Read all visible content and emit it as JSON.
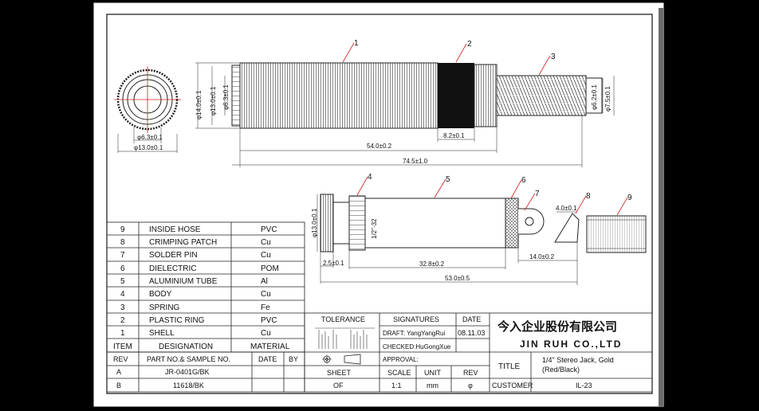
{
  "drawing": {
    "top_view": {
      "callouts": [
        "1",
        "2",
        "3"
      ],
      "dims": [
        "φ14.0±0.1",
        "φ13.0±0.1",
        "φ6.3±0.1",
        "54.0±0.2",
        "8.2±0.1",
        "74.5±1.0",
        "φ6.2±0.1",
        "φ7.5±0.1"
      ]
    },
    "end_view": {
      "dims": [
        "φ6.3±0.1",
        "φ13.0±0.1"
      ]
    },
    "side_view": {
      "callouts": [
        "4",
        "5",
        "6",
        "7",
        "8",
        "9"
      ],
      "dims": [
        "φ13.0±0.1",
        "1/2\"-32",
        "2.5±0.1",
        "32.8±0.2",
        "53.0±0.5",
        "14.0±0.2",
        "4.0±0.1"
      ]
    }
  },
  "bom": {
    "rows": [
      {
        "item": "9",
        "designation": "INSIDE HOSE",
        "material": "PVC"
      },
      {
        "item": "8",
        "designation": "CRIMPING PATCH",
        "material": "Cu"
      },
      {
        "item": "7",
        "designation": "SOLDER PIN",
        "material": "Cu"
      },
      {
        "item": "6",
        "designation": "DIELECTRIC",
        "material": "POM"
      },
      {
        "item": "5",
        "designation": "ALUMINIUM TUBE",
        "material": "Al"
      },
      {
        "item": "4",
        "designation": "BODY",
        "material": "Cu"
      },
      {
        "item": "3",
        "designation": "SPRING",
        "material": "Fe"
      },
      {
        "item": "2",
        "designation": "PLASTIC RING",
        "material": "PVC"
      },
      {
        "item": "1",
        "designation": "SHELL",
        "material": "Cu"
      }
    ],
    "header": {
      "item": "ITEM",
      "designation": "DESIGNATION",
      "material": "MATERIAL"
    }
  },
  "rev_table": {
    "header": {
      "rev": "REV",
      "part": "PART NO.& SAMPLE NO.",
      "date": "DATE",
      "by": "BY"
    },
    "rows": [
      {
        "rev": "A",
        "part": "JR-0401G/BK"
      },
      {
        "rev": "B",
        "part": "11618/BK"
      }
    ]
  },
  "title_block": {
    "tolerance": "TOLERANCE",
    "signatures": "SIGNATURES",
    "date": "DATE",
    "draft": "DRAFT: YangYangRui",
    "date_value": "08.11.03",
    "checked": "CHECKED:HuGongXue",
    "approval": "APPROVAL:",
    "sheet": "SHEET",
    "sheet_value": "OF",
    "scale": "SCALE",
    "scale_value": "1:1",
    "unit": "UNIT",
    "unit_value": "mm",
    "rev": "REV",
    "rev_value": "φ",
    "company_cn": "今入企业股份有限公司",
    "company_en": "JIN RUH CO.,LTD",
    "title_label": "TITLE",
    "title_line1": "1/4\" Stereo Jack, Gold",
    "title_line2": "(Red/Black)",
    "customer_label": "CUSTOMER",
    "customer_value": "IL-23"
  },
  "colors": {
    "background": "#000000",
    "paper": "#ffffff",
    "line": "#111111",
    "accent": "#d02020"
  }
}
